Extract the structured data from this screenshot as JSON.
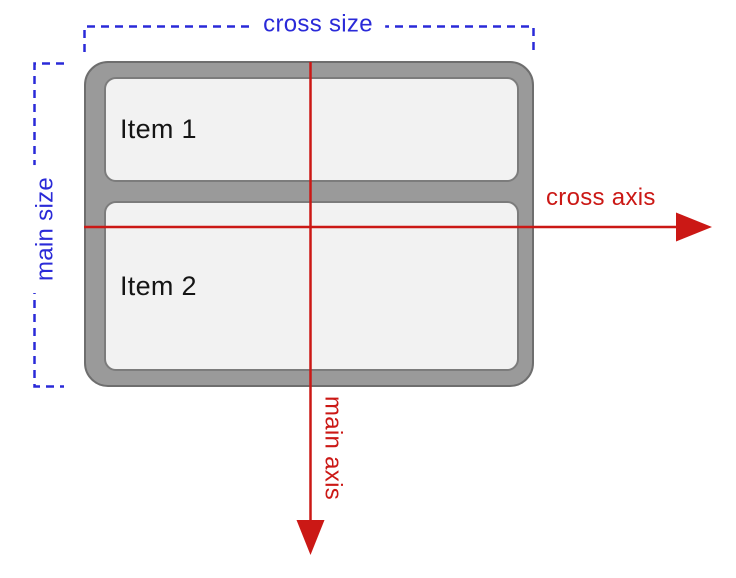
{
  "flex_container": {
    "items": [
      {
        "label": "Item 1"
      },
      {
        "label": "Item 2"
      }
    ]
  },
  "annotations": {
    "cross_size": "cross size",
    "main_size": "main size",
    "cross_axis": "cross axis",
    "main_axis": "main axis"
  },
  "colors": {
    "size_label": "#2a2ad8",
    "axis_label": "#cb1815",
    "container_fill": "#9a9a9a",
    "container_border": "#6e6e6e",
    "item_fill": "#f2f2f2",
    "item_border": "#7c7c7c",
    "item_text": "#151515",
    "canvas_bg": "#ffffff"
  }
}
